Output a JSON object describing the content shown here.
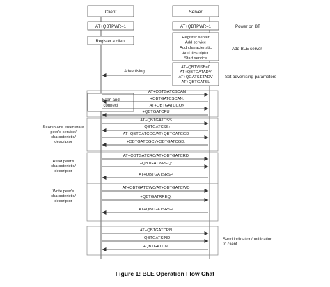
{
  "participants": {
    "client": "Client",
    "server": "Server"
  },
  "client_boxes": {
    "qbtpwr": "AT+QBTPWR=1",
    "register": "Register a client"
  },
  "server_boxes": {
    "qbtpwr": "AT+QBTPWR=1",
    "ble_lines": [
      "Register server",
      "Add service",
      "Add characteristic",
      "Add descriptor",
      "Start service"
    ],
    "adv_lines": [
      "AT+QBTVISB=0",
      "AT+QBTGATADV",
      "AT+QGATSETADV",
      "AT+QBTGATSL"
    ]
  },
  "right_notes": {
    "power": "Power on BT",
    "ble": "Add BLE server",
    "adv": "Set advertising parameters",
    "indication": [
      "Send indication/notification",
      "to client"
    ]
  },
  "advertising_label": "Advertising",
  "scan_box": [
    "Scan and",
    "connect"
  ],
  "left_notes": {
    "search": [
      "Search and enumerate",
      "peer's service/",
      "characteristic/",
      "descriptor"
    ],
    "read": [
      "Read peer's",
      "characteristic/",
      "descriptor"
    ],
    "write": [
      "Write peer's",
      "characteristic/",
      "descriptor"
    ]
  },
  "messages": {
    "scan": [
      "AT+QBTGATCSCAN",
      "+QBTGATCSCAN:",
      "AT+QBTGATCCON",
      "+QBTGATCPU"
    ],
    "search": [
      "AT+QBTGATCSS",
      "+QBTGATCSS:",
      "AT+QBTGATCGC/AT+QBTGATCGD",
      "+QBTGATCGC:/+QBTGATCGD:"
    ],
    "read": [
      "AT+QBTGATCRC/AT+QBTGATCRD",
      "+QBTGATWREQ:",
      "AT+QBTGATSRSP"
    ],
    "write": [
      "AT+QBTGATCWC/AT+QBTGATCWD",
      "+QBTGATRREQ:",
      "AT+QBTGATSRSP"
    ],
    "notify": [
      "AT+QBTGATCRN",
      "+QBTGATSIND",
      "+QBTGATCN:"
    ]
  },
  "caption": "Figure 1: BLE Operation Flow Chat"
}
